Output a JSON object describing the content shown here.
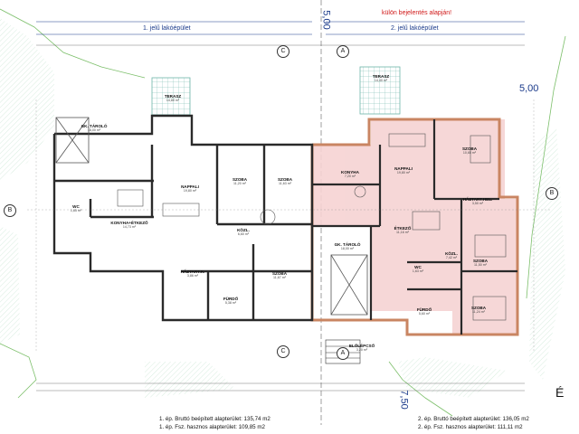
{
  "headers": {
    "building1": "1. jelű lakóépület",
    "building2": "2. jelű lakóépület",
    "separate_note": "külön bejelentés alapján!",
    "dim_500_top": "5,00",
    "dim_500_right": "5,00",
    "dim_750": "7,50"
  },
  "axes": {
    "a": "A",
    "b": "B",
    "c": "C"
  },
  "north": "É",
  "rooms": {
    "terasz1": {
      "name": "TERASZ",
      "area": "14,80 m²"
    },
    "terasz2": {
      "name": "TERASZ",
      "area": "14,40 m²"
    },
    "gk_tarolo1": {
      "name": "GK. TÁROLÓ",
      "area": "18,00 m²"
    },
    "nappali1": {
      "name": "NAPPALI",
      "area": "19,80 m²"
    },
    "szoba1a": {
      "name": "SZOBA",
      "area": "11,20 m²"
    },
    "szoba1b": {
      "name": "SZOBA",
      "area": "11,63 m²"
    },
    "konyha_etkezo1": {
      "name": "KONYHA+ÉTKEZŐ",
      "area": "14,73 m²"
    },
    "wc1": {
      "name": "WC",
      "area": "1,65 m²"
    },
    "kozl1": {
      "name": "KÖZL.",
      "area": "6,60 m²"
    },
    "haztart1": {
      "name": "HÁZTART.K.",
      "area": "3,86 m²"
    },
    "furdo1": {
      "name": "FÜRDŐ",
      "area": "5,38 m²"
    },
    "szoba1c": {
      "name": "SZOBA",
      "area": "11,67 m²"
    },
    "konyha2": {
      "name": "KONYHA",
      "area": "7,20 m²"
    },
    "nappali2": {
      "name": "NAPPALI",
      "area": "19,80 m²"
    },
    "szoba2a": {
      "name": "SZOBA",
      "area": "10,65 m²"
    },
    "haztart2": {
      "name": "HÁZTART.HEL.",
      "area": "3,50 m²"
    },
    "gk_tarolo2": {
      "name": "GK. TÁROLÓ",
      "area": "18,00 m²"
    },
    "etkezo2": {
      "name": "ÉTKEZŐ",
      "area": "11,16 m²"
    },
    "kozl2": {
      "name": "KÖZL.",
      "area": "7,42 m²"
    },
    "szoba2b": {
      "name": "SZOBA",
      "area": "11,50 m²"
    },
    "wc2": {
      "name": "WC",
      "area": "1,63 m²"
    },
    "furdo2": {
      "name": "FÜRDŐ",
      "area": "5,60 m²"
    },
    "szoba2c": {
      "name": "SZOBA",
      "area": "11,24 m²"
    },
    "eloleptso": {
      "name": "ELŐLÉPCSŐ",
      "area": "3,20 m²"
    }
  },
  "footer": {
    "b1_gross": "1. ép. Bruttó beépített alapterület: 135,74 m2",
    "b1_net": "1. ép. Fsz. hasznos alapterület: 109,85 m2",
    "b2_gross": "2. ép. Bruttó beépített alapterület: 136,05 m2",
    "b2_net": "2. ép. Fsz. hasznos alapterület: 111,11 m2"
  },
  "colors": {
    "wall": "#2a2a2a",
    "pink_fill": "#f6d3d3",
    "teal": "#6db5a8",
    "green_line": "#7cbf6a",
    "dim_blue": "#1a3a8a",
    "brick": "#c98562"
  }
}
